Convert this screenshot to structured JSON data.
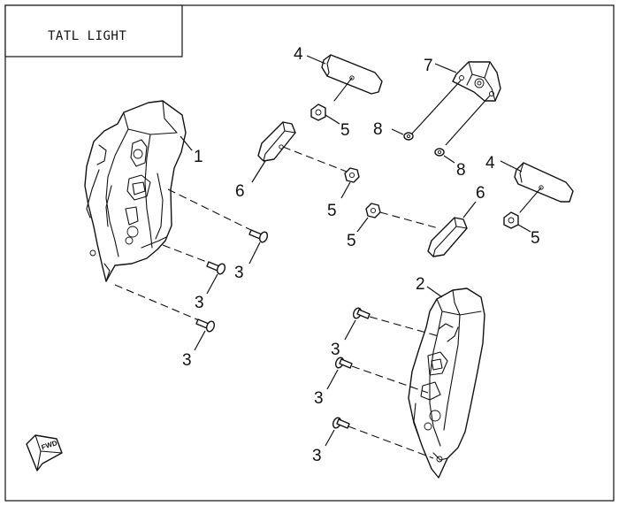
{
  "title_block": {
    "title": "TATL LIGHT"
  },
  "callouts": {
    "tail_light_left": "1",
    "tail_light_right": "2",
    "screw_a": "3",
    "screw_b": "3",
    "screw_c": "3",
    "screw_d": "3",
    "screw_e": "3",
    "screw_f": "3",
    "reflector_top": "4",
    "reflector_right": "4",
    "nut_a": "5",
    "nut_b": "5",
    "nut_c": "5",
    "nut_d": "5",
    "reflector_side_left": "6",
    "reflector_side_right": "6",
    "bracket": "7",
    "washer_a": "8",
    "washer_b": "8"
  },
  "direction_marker": {
    "label": "FWD",
    "icon": "forward-arrow-icon"
  }
}
